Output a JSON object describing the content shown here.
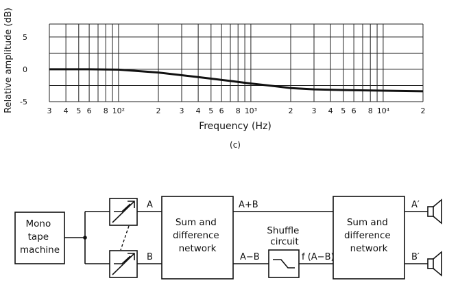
{
  "chart_data": {
    "type": "line",
    "xlabel": "Frequency (Hz)",
    "ylabel": "Relative amplitude (dB)",
    "x_scale": "log",
    "xlim": [
      30,
      20000
    ],
    "ylim": [
      -5,
      7
    ],
    "grid": true,
    "x_tick_labels": [
      "3",
      "4",
      "5",
      "6",
      "8",
      "10²",
      "2",
      "3",
      "4",
      "5",
      "6",
      "8",
      "10³",
      "2",
      "3",
      "4",
      "5",
      "6",
      "8",
      "10⁴",
      "2"
    ],
    "y_ticks": [
      5,
      0,
      -5
    ],
    "series": [
      {
        "x": [
          30,
          60,
          100,
          200,
          400,
          700,
          1000,
          1500,
          2000,
          3000,
          5000,
          10000,
          20000
        ],
        "y": [
          0,
          0,
          -0.05,
          -0.5,
          -1.2,
          -1.8,
          -2.2,
          -2.6,
          -2.9,
          -3.1,
          -3.2,
          -3.3,
          -3.4
        ]
      }
    ]
  },
  "caption": "(c)",
  "diagram": {
    "mono_lines": [
      "Mono",
      "tape",
      "machine"
    ],
    "sum_net_1_lines": [
      "Sum and",
      "difference",
      "network"
    ],
    "shuffle_lines": [
      "Shuffle",
      "circuit"
    ],
    "sum_net_2_lines": [
      "Sum and",
      "difference",
      "network"
    ],
    "label_a": "A",
    "label_b": "B",
    "label_apb": "A+B",
    "label_amb": "A−B",
    "label_f": "f (A−B)",
    "label_a_out": "A′",
    "label_b_out": "B′"
  }
}
